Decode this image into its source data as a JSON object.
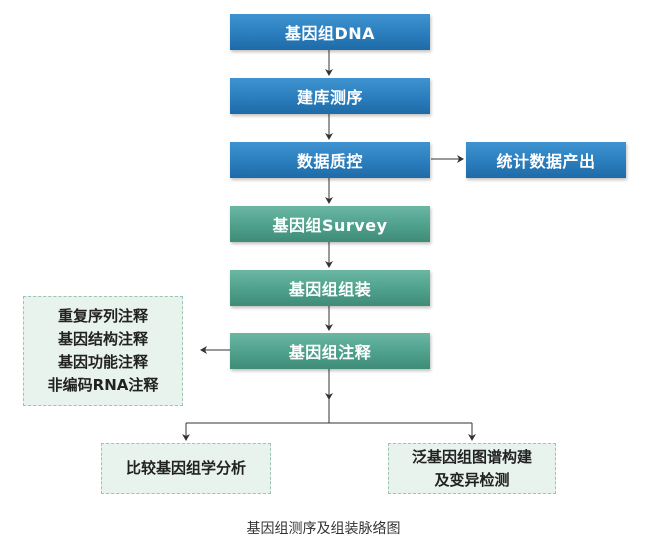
{
  "boxes": {
    "genome_dna": "基因组DNA",
    "library_sequencing": "建库测序",
    "data_qc": "数据质控",
    "data_stats": "统计数据产出",
    "genome_survey": "基因组Survey",
    "genome_assembly": "基因组组装",
    "genome_annotation": "基因组注释",
    "comparative_genomics": "比较基因组学分析",
    "pangenome_line1": "泛基因组图谱构建",
    "pangenome_line2": "及变异检测"
  },
  "annotation_list": [
    "重复序列注释",
    "基因结构注释",
    "基因功能注释",
    "非编码RNA注释"
  ],
  "caption": "基因组测序及组装脉络图",
  "colors": {
    "blue": "#2b7ebd",
    "teal": "#4ea08c",
    "dashed_fill": "#e9f3ee",
    "dashed_border": "#9cc4b0"
  }
}
